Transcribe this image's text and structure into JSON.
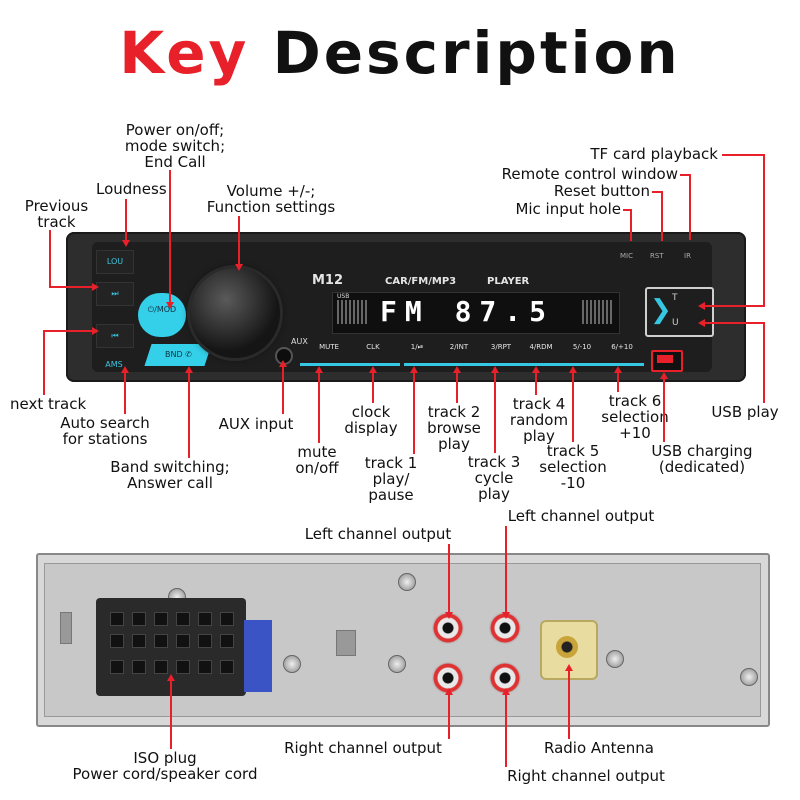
{
  "title": {
    "part1": "Key",
    "part2": "Description"
  },
  "radio": {
    "model": "M12",
    "strip": "CAR/FM/MP3",
    "player": "PLAYER",
    "display_text": "FM 87.5",
    "usb_tag": "USB",
    "side_buttons": [
      "LOU",
      "⏭",
      "⏮",
      "AMS"
    ],
    "mod_label": "⏻/MOD",
    "bnd_label": "BND ✆",
    "aux": "AUX",
    "keys": [
      "MUTE",
      "CLK",
      "1/⏯",
      "2/INT",
      "3/RPT",
      "4/RDM",
      "5/-10",
      "6/+10"
    ],
    "top_right": [
      "MIC",
      "RST",
      "IR"
    ],
    "slot_letters": [
      "T",
      "U"
    ]
  },
  "labels": {
    "power": [
      "Power on/off;",
      "mode switch;",
      "End Call"
    ],
    "loudness": "Loudness",
    "previous": [
      "Previous",
      "track"
    ],
    "volume": [
      "Volume +/-;",
      "Function settings"
    ],
    "tf": "TF card playback",
    "remote": "Remote control window",
    "reset": "Reset button",
    "mic": "Mic input hole",
    "next": "next track",
    "ams": [
      "Auto search",
      "for stations"
    ],
    "aux": "AUX input",
    "clock": [
      "clock",
      "display"
    ],
    "track2": [
      "track 2",
      "browse",
      "play"
    ],
    "track4": [
      "track 4",
      "random",
      "play"
    ],
    "track6": [
      "track 6",
      "selection",
      "+10"
    ],
    "usbplay": "USB play",
    "band": [
      "Band switching;",
      "Answer call"
    ],
    "mute": [
      "mute",
      "on/off"
    ],
    "track1": [
      "track 1",
      "play/",
      "pause"
    ],
    "track3": [
      "track 3",
      "cycle",
      "play"
    ],
    "track5": [
      "track 5",
      "selection",
      "-10"
    ],
    "usbcharge": [
      "USB charging",
      "(dedicated)"
    ],
    "left_top": "Left channel output",
    "left_top2": "Left channel output",
    "iso": [
      "ISO plug",
      "Power cord/speaker cord"
    ],
    "right_bottom": "Right channel output",
    "antenna": "Radio Antenna",
    "right_bottom2": "Right channel output"
  }
}
